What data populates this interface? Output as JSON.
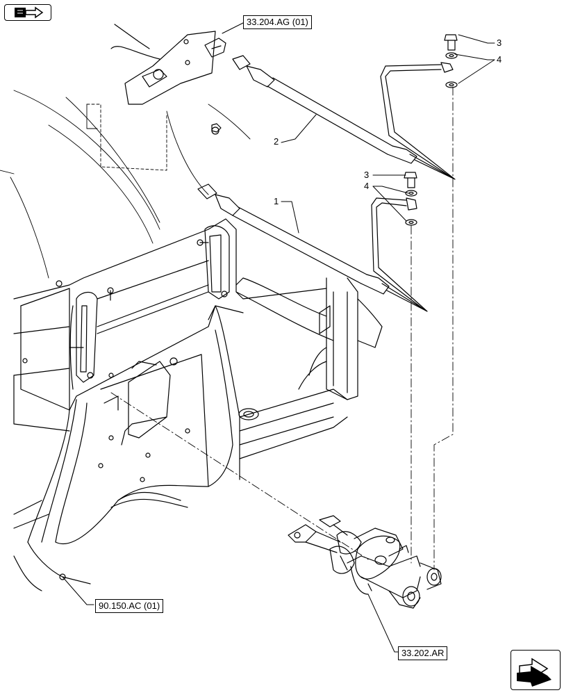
{
  "references": {
    "top": "33.204.AG (01)",
    "left": "90.150.AC (01)",
    "bottom": "33.202.AR"
  },
  "callouts": {
    "pipe_1": "1",
    "pipe_2": "2",
    "bolt_upper": "3",
    "washers_upper": "4",
    "bolt_lower": "3",
    "washers_lower": "4"
  },
  "icons": {
    "top_left": "book-arrow-icon",
    "bottom_right": "next-page-arrow-icon"
  }
}
